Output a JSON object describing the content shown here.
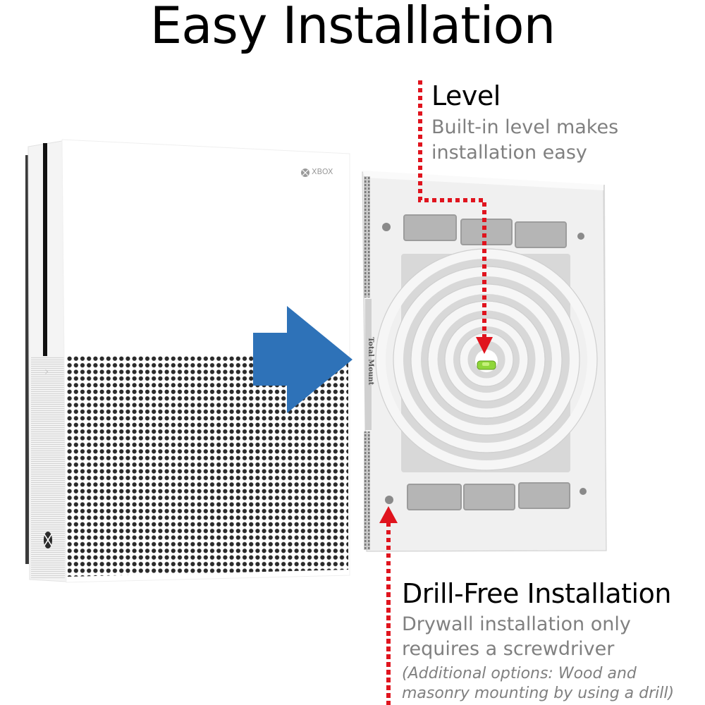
{
  "page": {
    "title": "Easy Installation"
  },
  "callouts": {
    "level": {
      "heading": "Level",
      "lines": [
        "Built-in level makes",
        "installation easy"
      ]
    },
    "drill_free": {
      "heading": "Drill-Free Installation",
      "lines": [
        "Drywall installation only",
        "requires a screwdriver"
      ],
      "note_lines": [
        "(Additional options: Wood and",
        "masonry mounting by using a drill)"
      ]
    }
  },
  "product": {
    "console_brand": "XBOX",
    "mount_brand": "Total Mount"
  },
  "colors": {
    "arrow_blue": "#2e72b8",
    "dotted_red": "#e0141e",
    "level_green": "#8fd63a",
    "console_white": "#ffffff",
    "mount_gray": "#e8e8e8",
    "pad_gray": "#b5b5b5",
    "text_gray": "#808080"
  },
  "icons": {
    "flow_arrow": "right-arrow",
    "level_arrow": "down-arrow",
    "screw_arrow": "up-arrow"
  }
}
